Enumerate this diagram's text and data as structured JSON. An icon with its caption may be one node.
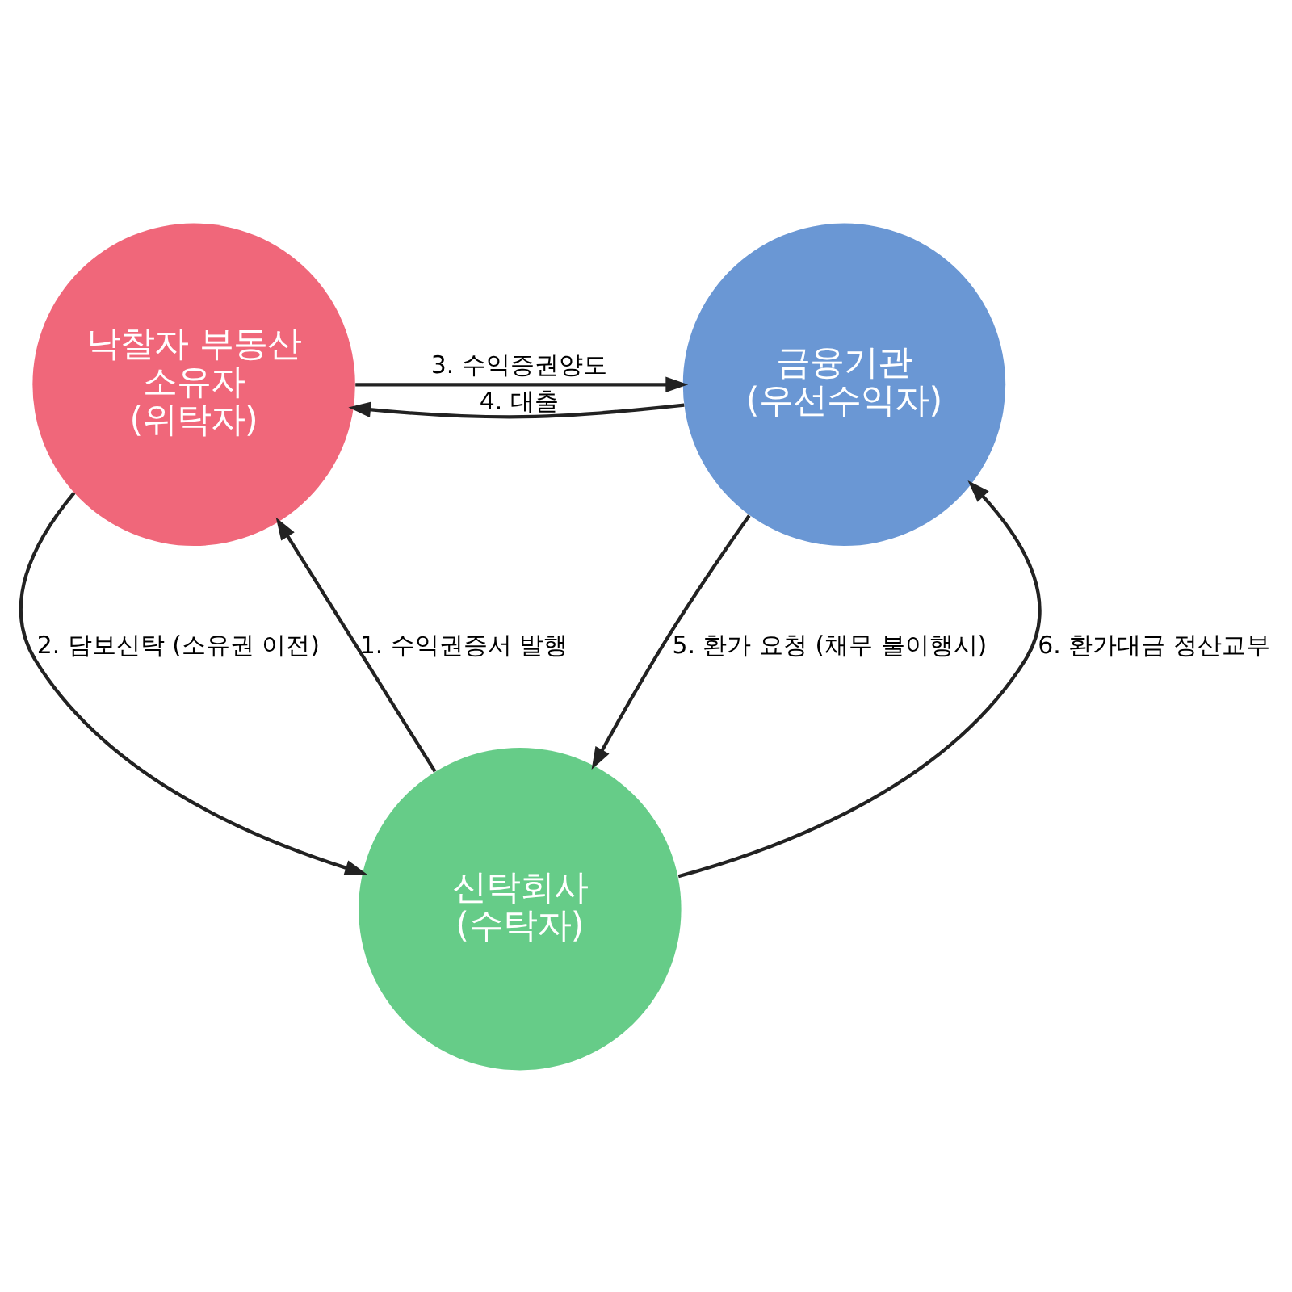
{
  "diagram": {
    "nodes": [
      {
        "text": [
          "낙찰자 부동산 소유자 (위탁자)"
        ]
      },
      {
        "text": [
          "금융기관 (우선수익자)"
        ]
      },
      {
        "text": [
          "신탁회사 (수탁자)"
        ]
      }
    ],
    "edges": [
      {
        "from": 0,
        "to": 1,
        "arrow": "to",
        "label": "3. 수익증권양도"
      },
      {
        "from": 1,
        "to": 0,
        "arrow": "to",
        "label": "4. 대출"
      },
      {
        "from": 2,
        "to": 0,
        "arrow": "to",
        "label": "1. 수익권증서 발행"
      },
      {
        "from": 0,
        "to": 2,
        "arrow": "to",
        "label": "2. 담보신탁 (소유권 이전)"
      },
      {
        "from": 2,
        "to": 1,
        "arrow": "to",
        "label": "6. 환가대금 정산교부"
      },
      {
        "from": 1,
        "to": 2,
        "arrow": "to",
        "label": "5. 환가 요청 (채무 불이행시)"
      }
    ]
  }
}
